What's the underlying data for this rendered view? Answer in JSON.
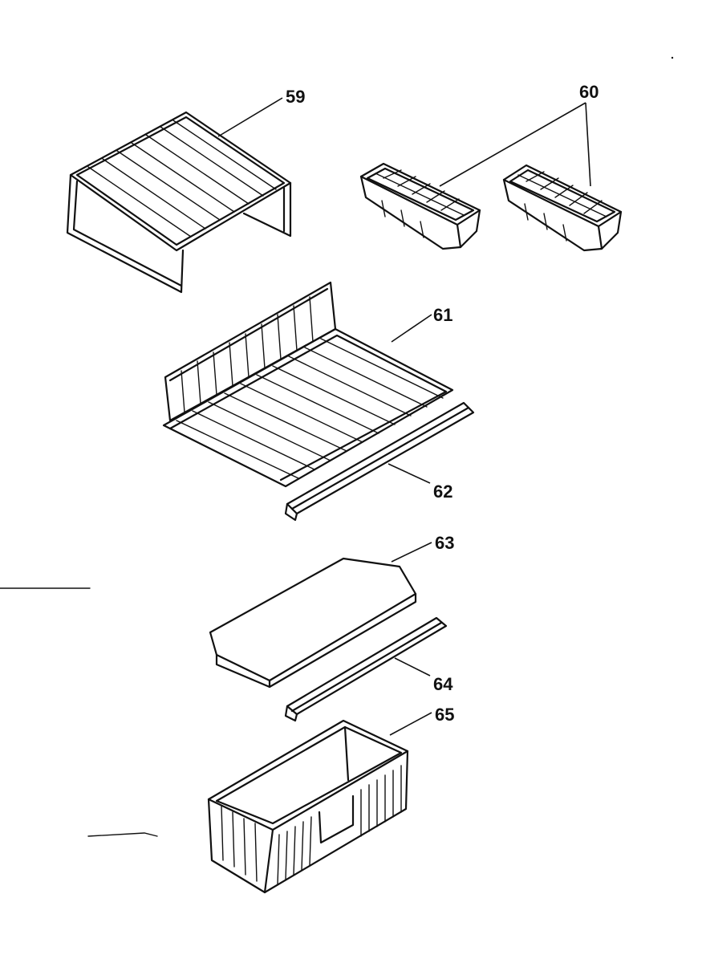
{
  "callouts": {
    "c59": "59",
    "c60": "60",
    "c61": "61",
    "c62": "62",
    "c63": "63",
    "c64": "64",
    "c65": "65"
  },
  "ink_color": "#111111",
  "background_color": "#ffffff"
}
